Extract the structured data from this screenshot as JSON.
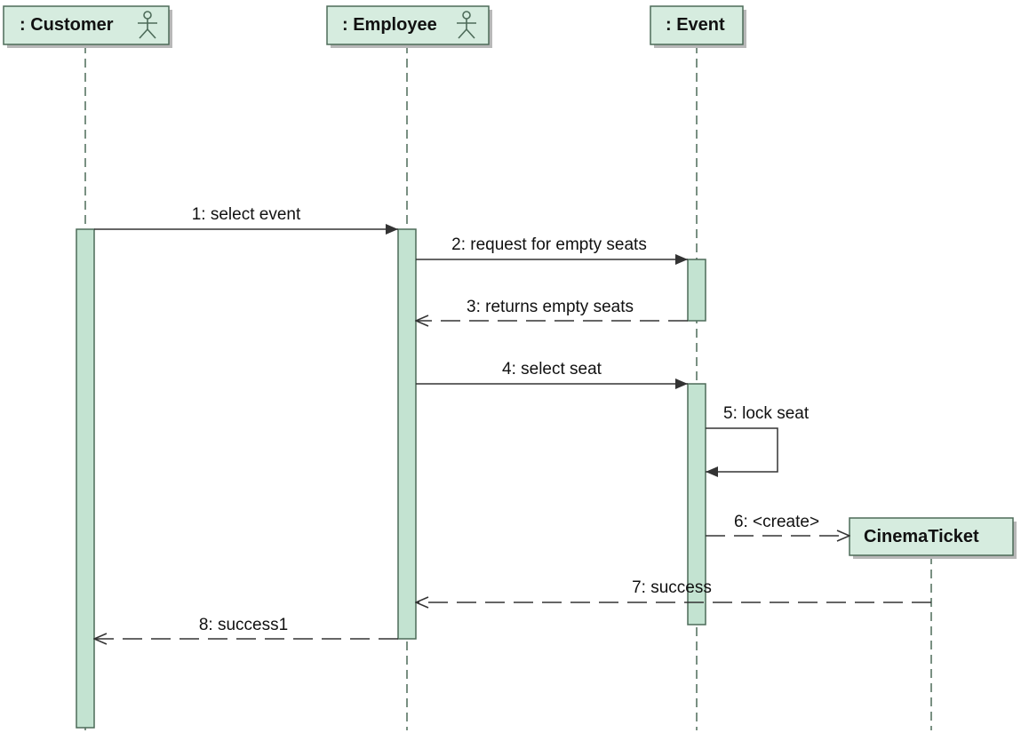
{
  "diagram": {
    "type": "sequence",
    "colors": {
      "header_fill": "#d6ecdf",
      "activation_fill": "#c3e3d1",
      "border": "#4d6b59",
      "lifeline": "#4d6b59",
      "message": "#333333"
    },
    "lifelines": {
      "customer": {
        "title": ": Customer",
        "actor_icon": "stick-figure-icon"
      },
      "employee": {
        "title": ": Employee",
        "actor_icon": "stick-figure-icon"
      },
      "event": {
        "title": ": Event"
      },
      "cinema_ticket": {
        "title": "CinemaTicket"
      }
    },
    "messages": [
      {
        "label": "1: select event",
        "from": ": Customer",
        "to": ": Employee",
        "kind": "sync"
      },
      {
        "label": "2: request for empty seats",
        "from": ": Employee",
        "to": ": Event",
        "kind": "sync"
      },
      {
        "label": "3: returns empty seats",
        "from": ": Event",
        "to": ": Employee",
        "kind": "reply"
      },
      {
        "label": "4: select seat",
        "from": ": Employee",
        "to": ": Event",
        "kind": "sync"
      },
      {
        "label": "5: lock seat",
        "from": ": Event",
        "to": ": Event",
        "kind": "self"
      },
      {
        "label": "6: <create>",
        "from": ": Event",
        "to": "CinemaTicket",
        "kind": "create"
      },
      {
        "label": "7: success",
        "from": "CinemaTicket",
        "to": ": Employee",
        "kind": "reply"
      },
      {
        "label": "8: success1",
        "from": ": Employee",
        "to": ": Customer",
        "kind": "reply"
      }
    ]
  }
}
